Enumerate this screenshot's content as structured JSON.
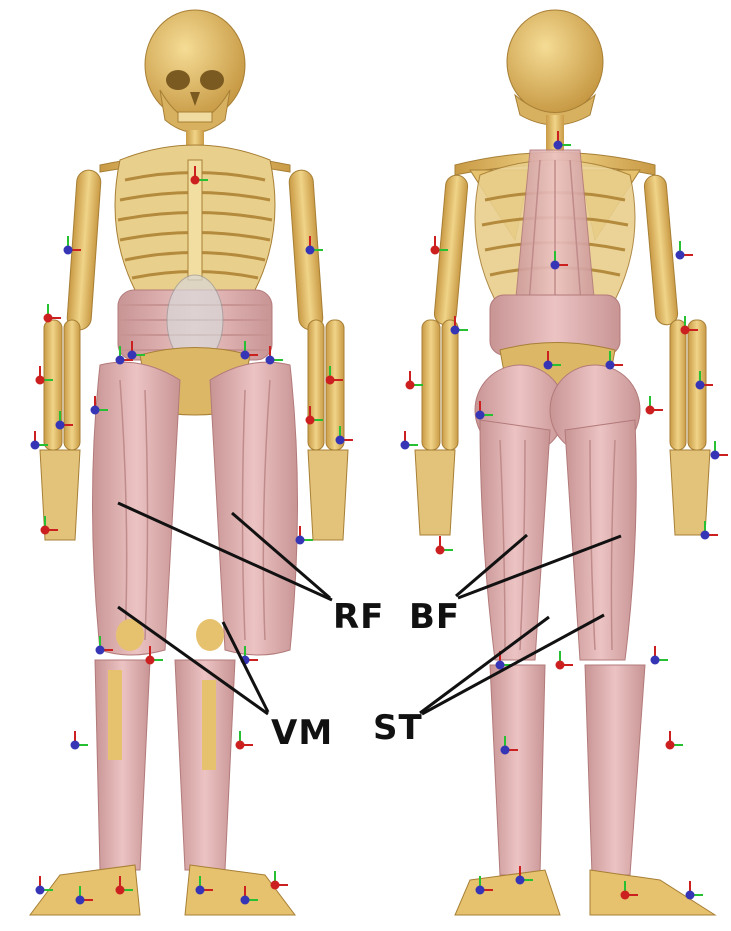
{
  "figure": {
    "views": [
      "anterior",
      "posterior"
    ],
    "colors": {
      "bone": "#e6c26e",
      "bone_dark": "#b8903e",
      "muscle": "#e2b1b1",
      "muscle_dark": "#bf8585",
      "marker_red": "#cc2020",
      "marker_green": "#27c032",
      "marker_blue": "#3535b5",
      "leader_line": "#111111",
      "background": "#ffffff"
    }
  },
  "labels": {
    "rf": "RF",
    "vm": "VM",
    "bf": "BF",
    "st": "ST"
  }
}
